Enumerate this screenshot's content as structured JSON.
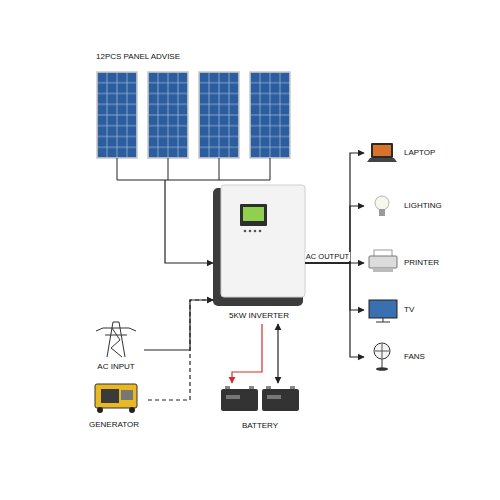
{
  "diagram": {
    "nodes": [
      {
        "text": [
          "12PCS PANEL ADVISE"
        ]
      },
      {
        "text": [
          "5KW INVERTER"
        ]
      },
      {
        "text": [
          "LAPTOP"
        ]
      },
      {
        "text": [
          "LIGHTING"
        ]
      },
      {
        "text": [
          "PRINTER"
        ]
      },
      {
        "text": [
          "TV"
        ]
      },
      {
        "text": [
          "FANS"
        ]
      },
      {
        "text": [
          "AC INPUT"
        ]
      },
      {
        "text": [
          "GENERATOR"
        ]
      },
      {
        "text": [
          "BATTERY"
        ]
      }
    ],
    "edges": [
      {
        "from": 0,
        "to": 1,
        "arrow": "to"
      },
      {
        "from": 1,
        "to": 2,
        "arrow": "to"
      },
      {
        "from": 1,
        "to": 3,
        "arrow": "to"
      },
      {
        "from": 1,
        "to": 4,
        "arrow": "to",
        "label": "AC OUTPUT"
      },
      {
        "from": 1,
        "to": 5,
        "arrow": "to"
      },
      {
        "from": 1,
        "to": 6,
        "arrow": "to"
      },
      {
        "from": 7,
        "to": 1,
        "arrow": "to"
      },
      {
        "from": 8,
        "to": 1,
        "arrow": "to"
      },
      {
        "from": 1,
        "to": 9,
        "arrow": "to"
      },
      {
        "from": 9,
        "to": 1,
        "arrow": "both"
      }
    ]
  }
}
